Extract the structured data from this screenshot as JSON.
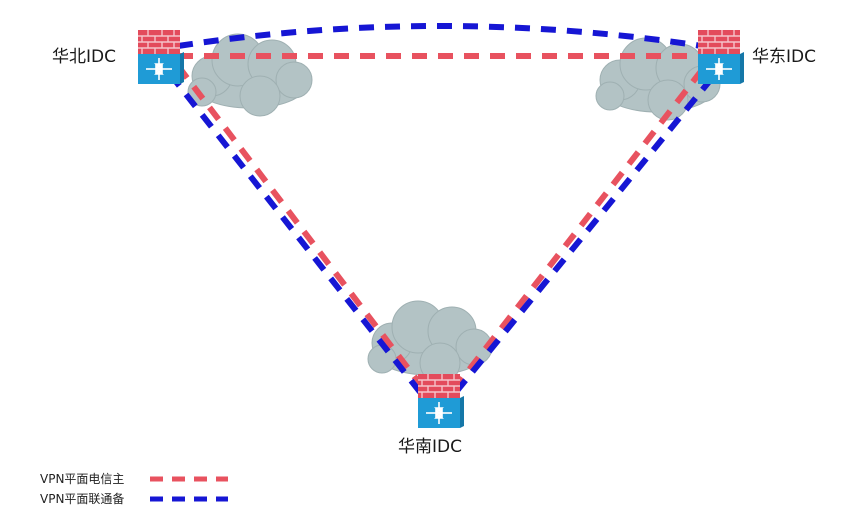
{
  "nodes": {
    "north": {
      "label": "华北IDC"
    },
    "east": {
      "label": "华东IDC"
    },
    "south": {
      "label": "华南IDC"
    }
  },
  "legend": {
    "primary": {
      "label": "VPN平面电信主",
      "color": "#e8525f",
      "style": "dashed"
    },
    "backup": {
      "label": "VPN平面联通备",
      "color": "#1616d4",
      "style": "dashed"
    }
  },
  "links": [
    {
      "from": "north",
      "to": "east",
      "plane": "primary"
    },
    {
      "from": "north",
      "to": "east",
      "plane": "backup"
    },
    {
      "from": "north",
      "to": "south",
      "plane": "primary"
    },
    {
      "from": "north",
      "to": "south",
      "plane": "backup"
    },
    {
      "from": "east",
      "to": "south",
      "plane": "primary"
    },
    {
      "from": "east",
      "to": "south",
      "plane": "backup"
    }
  ],
  "colors": {
    "cloud_fill": "#b3c3c5",
    "cloud_stroke": "#9fb0b2",
    "firewall_brick": "#e34b5c",
    "firewall_mortar": "#f5c3ca",
    "router_face": "#1f9bd6",
    "router_side": "#1577a8"
  },
  "icons": {
    "cloud": "cloud-icon",
    "firewall": "firewall-router-icon"
  }
}
